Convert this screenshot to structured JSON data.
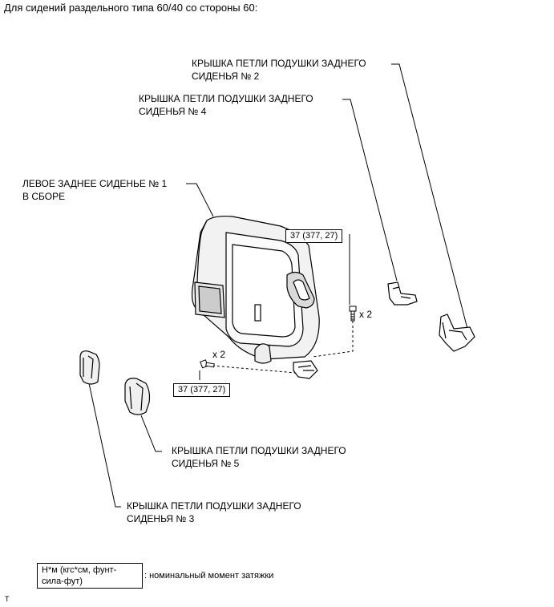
{
  "header": {
    "title": "Для сидений раздельного типа 60/40 со стороны 60:"
  },
  "labels": {
    "cover2_l1": "КРЫШКА ПЕТЛИ ПОДУШКИ ЗАДНЕГО",
    "cover2_l2": "СИДЕНЬЯ № 2",
    "cover4_l1": "КРЫШКА ПЕТЛИ ПОДУШКИ ЗАДНЕГО",
    "cover4_l2": "СИДЕНЬЯ № 4",
    "seat_l1": "ЛЕВОЕ ЗАДНЕЕ СИДЕНЬЕ № 1",
    "seat_l2": "В СБОРЕ",
    "cover5_l1": "КРЫШКА ПЕТЛИ ПОДУШКИ ЗАДНЕГО",
    "cover5_l2": "СИДЕНЬЯ № 5",
    "cover3_l1": "КРЫШКА ПЕТЛИ ПОДУШКИ ЗАДНЕГО",
    "cover3_l2": "СИДЕНЬЯ № 3"
  },
  "torque": {
    "top": "37 (377, 27)",
    "bottom": "37 (377, 27)",
    "qty_top": "x 2",
    "qty_bottom": "x 2"
  },
  "legend": {
    "box_l1": "Н*м (кгс*см, фунт-",
    "box_l2": "сила-фут)",
    "description": ": номинальный момент затяжки"
  },
  "footer": {
    "mark": "T"
  }
}
